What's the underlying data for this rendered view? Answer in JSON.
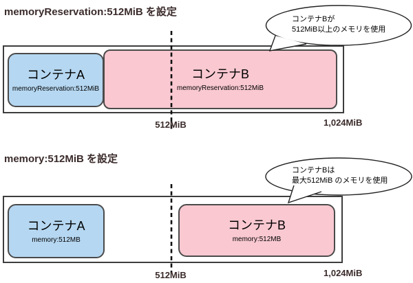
{
  "colors": {
    "container_a_fill": "#b5d7f1",
    "container_b_fill": "#f9c8d0",
    "box_border": "#3d3d3d",
    "title_text": "#3b2b2b"
  },
  "sections": [
    {
      "title": "memoryReservation:512MiB を設定",
      "bubble": {
        "line1": "コンテナBが",
        "line2": "512MiB以上のメモリを使用"
      },
      "containers": {
        "a": {
          "name": "コンテナA",
          "spec": "memoryReservation:512MiB"
        },
        "b": {
          "name": "コンテナB",
          "spec": "memoryReservation:512MiB"
        }
      },
      "axis": {
        "mid_label": "512MiB",
        "max_label": "1,024MiB"
      }
    },
    {
      "title": "memory:512MiB を設定",
      "bubble": {
        "line1": "コンテナBは",
        "line2": "最大512MiB のメモリを使用"
      },
      "containers": {
        "a": {
          "name": "コンテナA",
          "spec": "memory:512MB"
        },
        "b": {
          "name": "コンテナB",
          "spec": "memory:512MB"
        }
      },
      "axis": {
        "mid_label": "512MiB",
        "max_label": "1,024MiB"
      }
    }
  ]
}
